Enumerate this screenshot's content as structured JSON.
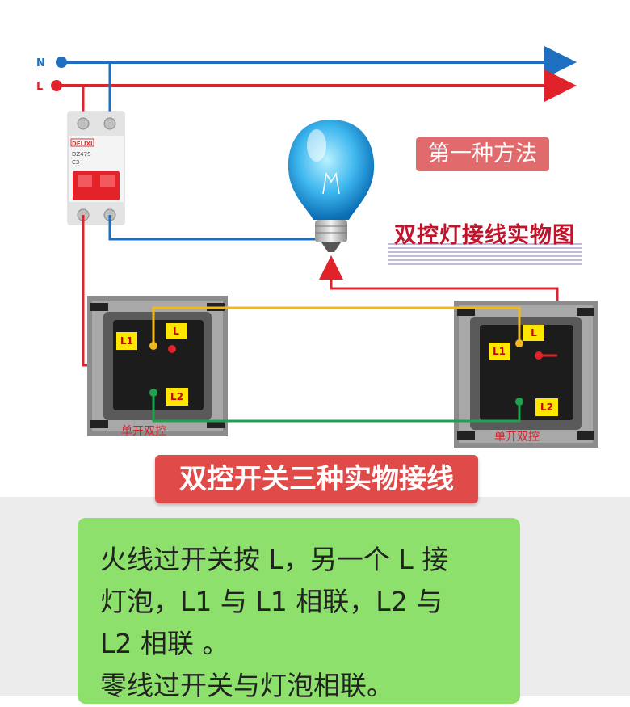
{
  "wire_labels": {
    "neutral": "N",
    "live": "L"
  },
  "breaker": {
    "brand": "DELIXI",
    "model": "DZ47S",
    "rating": "C3"
  },
  "labels": {
    "method": "第一种方法",
    "subtitle": "双控灯接线实物图",
    "title": "双控开关三种实物接线"
  },
  "switch_left": {
    "terminals": {
      "l1": "L1",
      "l": "L",
      "l2": "L2"
    },
    "caption": "单开双控"
  },
  "switch_right": {
    "terminals": {
      "l1": "L1",
      "l": "L",
      "l2": "L2"
    },
    "caption": "单开双控"
  },
  "message": {
    "lines": [
      "火线过开关按 L，另一个 L 接",
      "灯泡，L1 与 L1 相联，L2 与",
      "L2 相联 。",
      "零线过开关与灯泡相联。"
    ]
  },
  "colors": {
    "neutral": "#1e6fc0",
    "live": "#e0232b",
    "traveler_l1": "#f0b81e",
    "traveler_l2": "#1ea34c",
    "terminal_tag": "#ffe600",
    "bubble": "#8ee06c"
  },
  "icons": [
    "circuit-breaker-icon",
    "light-bulb-icon",
    "wall-switch-icon"
  ]
}
